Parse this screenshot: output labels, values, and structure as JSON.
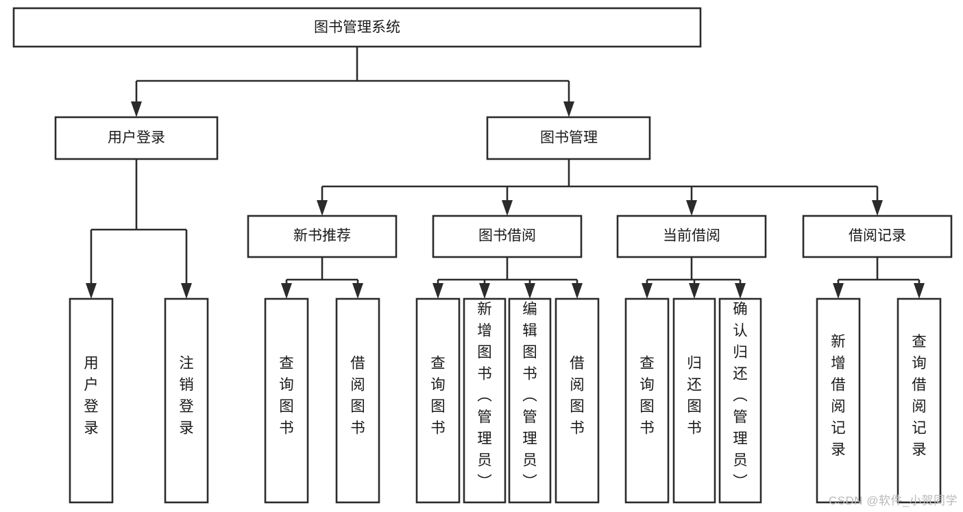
{
  "diagram": {
    "type": "tree-hierarchy-chart",
    "title": "图书管理系统",
    "watermark": "CSDN @软件_小贺同学",
    "colors": {
      "background": "#ffffff",
      "box_fill": "#ffffff",
      "box_stroke": "#2b2b2b",
      "text": "#1a1a1a",
      "watermark": "#b9b9b9"
    },
    "levels": [
      {
        "level": 1,
        "nodes": [
          {
            "id": "root",
            "label": "图书管理系统",
            "orientation": "horizontal"
          }
        ]
      },
      {
        "level": 2,
        "nodes": [
          {
            "id": "login",
            "label": "用户登录",
            "orientation": "horizontal",
            "parent": "root"
          },
          {
            "id": "bookmgmt",
            "label": "图书管理",
            "orientation": "horizontal",
            "parent": "root"
          }
        ]
      },
      {
        "level": 3,
        "nodes": [
          {
            "id": "newbook",
            "label": "新书推荐",
            "orientation": "horizontal",
            "parent": "bookmgmt"
          },
          {
            "id": "borrow",
            "label": "图书借阅",
            "orientation": "horizontal",
            "parent": "bookmgmt"
          },
          {
            "id": "current",
            "label": "当前借阅",
            "orientation": "horizontal",
            "parent": "bookmgmt"
          },
          {
            "id": "records",
            "label": "借阅记录",
            "orientation": "horizontal",
            "parent": "bookmgmt"
          }
        ]
      },
      {
        "level": 4,
        "nodes": [
          {
            "id": "leaf-1",
            "label": "用户登录",
            "orientation": "vertical",
            "parent": "login"
          },
          {
            "id": "leaf-2",
            "label": "注销登录",
            "orientation": "vertical",
            "parent": "login"
          },
          {
            "id": "leaf-3",
            "label": "查询图书",
            "orientation": "vertical",
            "parent": "newbook"
          },
          {
            "id": "leaf-4",
            "label": "借阅图书",
            "orientation": "vertical",
            "parent": "newbook"
          },
          {
            "id": "leaf-5",
            "label": "查询图书",
            "orientation": "vertical",
            "parent": "borrow"
          },
          {
            "id": "leaf-6",
            "label": "新增图书（管理员）",
            "orientation": "vertical",
            "parent": "borrow"
          },
          {
            "id": "leaf-7",
            "label": "编辑图书（管理员）",
            "orientation": "vertical",
            "parent": "borrow"
          },
          {
            "id": "leaf-8",
            "label": "借阅图书",
            "orientation": "vertical",
            "parent": "borrow"
          },
          {
            "id": "leaf-9",
            "label": "查询图书",
            "orientation": "vertical",
            "parent": "current"
          },
          {
            "id": "leaf-10",
            "label": "归还图书",
            "orientation": "vertical",
            "parent": "current"
          },
          {
            "id": "leaf-11",
            "label": "确认归还（管理员）",
            "orientation": "vertical",
            "parent": "current"
          },
          {
            "id": "leaf-12",
            "label": "新增借阅记录",
            "orientation": "vertical",
            "parent": "records"
          },
          {
            "id": "leaf-13",
            "label": "查询借阅记录",
            "orientation": "vertical",
            "parent": "records"
          }
        ]
      }
    ]
  }
}
